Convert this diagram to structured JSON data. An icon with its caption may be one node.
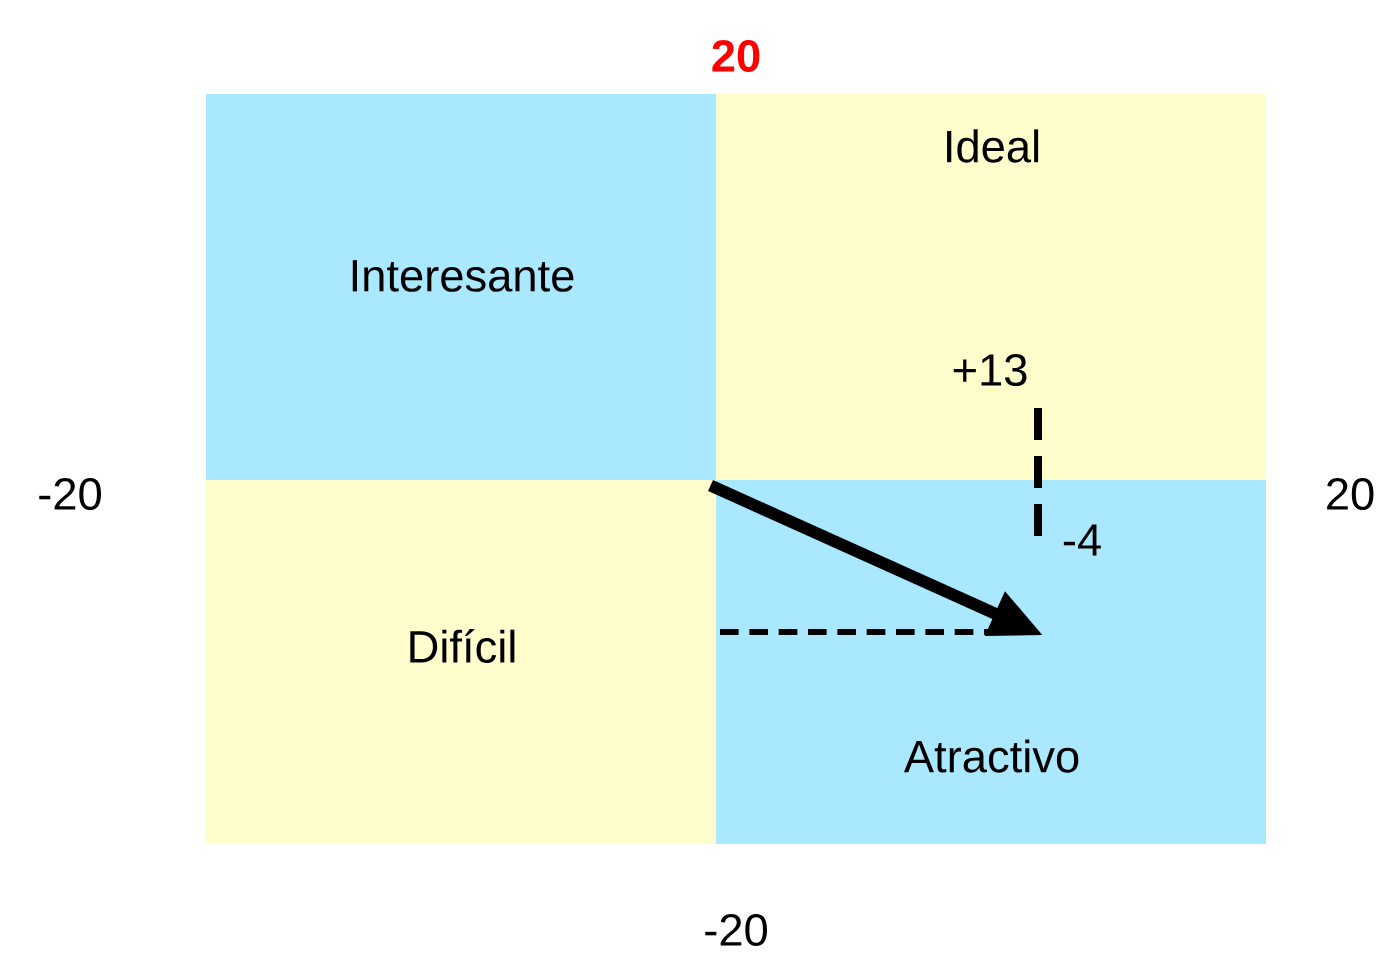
{
  "diagram": {
    "nodes": [
      {
        "text": [
          "Interesante"
        ]
      },
      {
        "text": [
          "Ideal"
        ]
      },
      {
        "text": [
          "Difícil"
        ]
      },
      {
        "text": [
          "Atractivo"
        ]
      }
    ],
    "edges": [
      {
        "from": 2,
        "to": 3,
        "arrow": "to"
      }
    ],
    "labels": [
      "20",
      "-20",
      "20",
      "+13",
      "-4",
      "-20"
    ]
  }
}
